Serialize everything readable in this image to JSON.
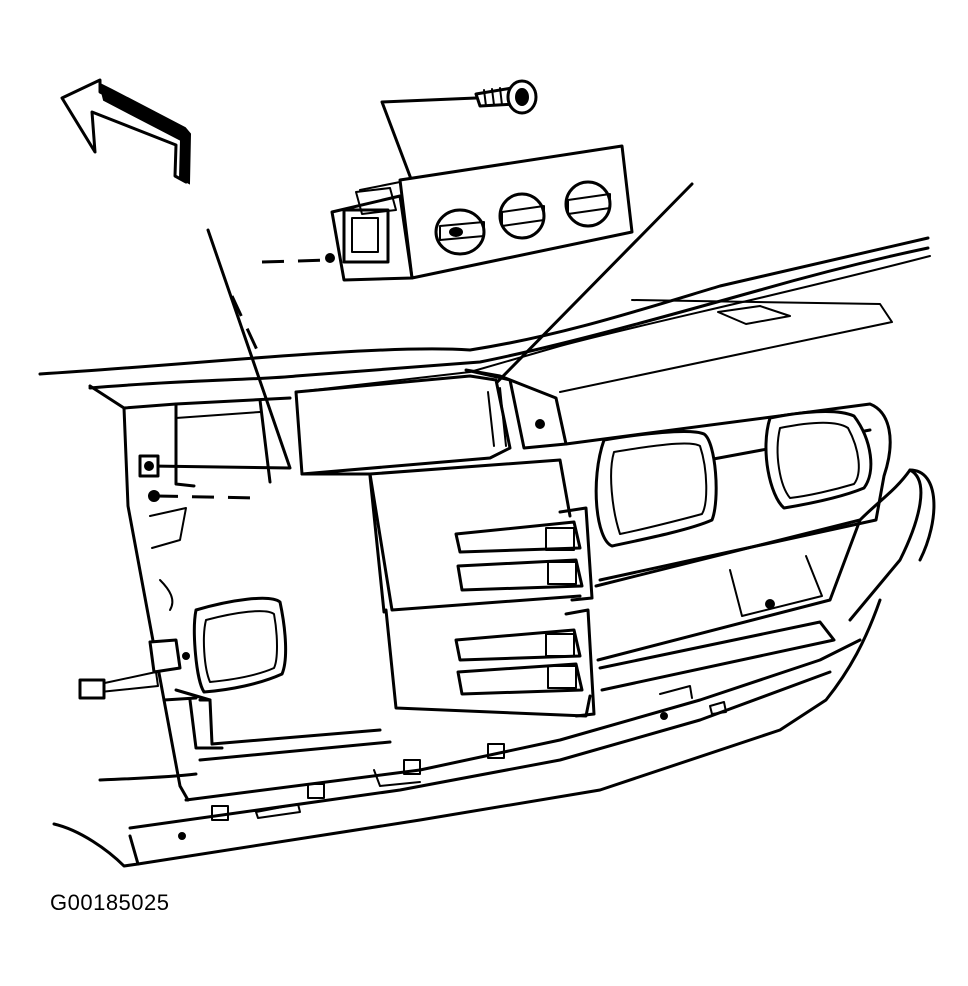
{
  "figure": {
    "id_label": "G00185025"
  },
  "parts": [
    {
      "name": "forward-direction-arrow",
      "icon": "arrow-up-left-icon"
    },
    {
      "name": "mounting-screw",
      "icon": "screw-icon"
    },
    {
      "name": "heater-control-module",
      "icon": "control-knobs-icon"
    },
    {
      "name": "instrument-panel-carrier",
      "icon": "dashboard-frame-icon"
    }
  ],
  "colors": {
    "ink": "#000000",
    "paper": "#ffffff"
  }
}
